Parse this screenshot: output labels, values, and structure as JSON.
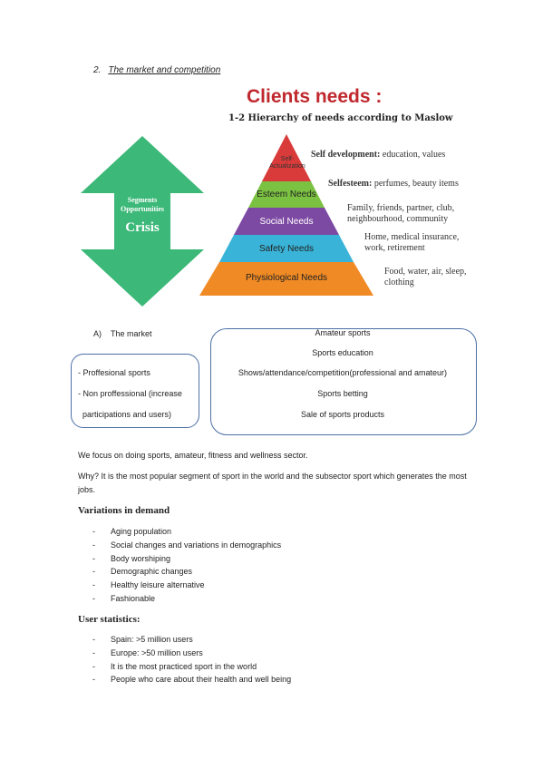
{
  "section": {
    "number": "2.",
    "title": "The market and competition"
  },
  "figure": {
    "title": "Clients needs :",
    "subtitle": "1-2 Hierarchy of needs according to Maslow",
    "arrow": {
      "line1": "Segments",
      "line2": "Opportunities",
      "word": "Crisis",
      "color": "#3cb878"
    },
    "pyramid_levels": [
      {
        "label": "Self- Actualization",
        "color": "#d93b3b"
      },
      {
        "label": "Esteem Needs",
        "color": "#7cc242"
      },
      {
        "label": "Social Needs",
        "color": "#7d4aa3"
      },
      {
        "label": "Safety Needs",
        "color": "#39b3d7"
      },
      {
        "label": "Physiological Needs",
        "color": "#f08a24"
      }
    ],
    "descriptions": [
      {
        "bold": "Self development:",
        "text": " education, values"
      },
      {
        "bold": "Selfesteem:",
        "text": " perfumes, beauty items"
      },
      {
        "line1": "Family, friends, partner, club,",
        "line2": "neighbourhood, community"
      },
      {
        "line1": "Home, medical insurance,",
        "line2": "work, retirement"
      },
      {
        "line1": "Food, water, air, sleep,",
        "line2": "clothing"
      }
    ]
  },
  "market": {
    "label_number": "A)",
    "label": "The market",
    "left_items": [
      "- Proffesional sports",
      "- Non proffessional (increase",
      "  participations and users)"
    ],
    "right_items": [
      "Amateur sports",
      "Sports education",
      "Shows/attendance/competition(professional and amateur)",
      "Sports betting",
      "Sale of sports products"
    ]
  },
  "paragraphs": [
    "We focus on doing sports, amateur, fitness and wellness sector.",
    "Why? It is the most popular segment of sport in the world and the subsector sport which generates the most jobs."
  ],
  "variations": {
    "heading": "Variations in demand",
    "items": [
      "Aging population",
      "Social changes and variations in demographics",
      "Body worshiping",
      "Demographic changes",
      "Healthy leisure alternative",
      "Fashionable"
    ]
  },
  "user_stats": {
    "heading": "User statistics:",
    "items": [
      "Spain: >5 million users",
      "Europe: >50 million users",
      "It is the most practiced sport in the world",
      "People who care about their health and well being"
    ]
  },
  "dash": "-"
}
